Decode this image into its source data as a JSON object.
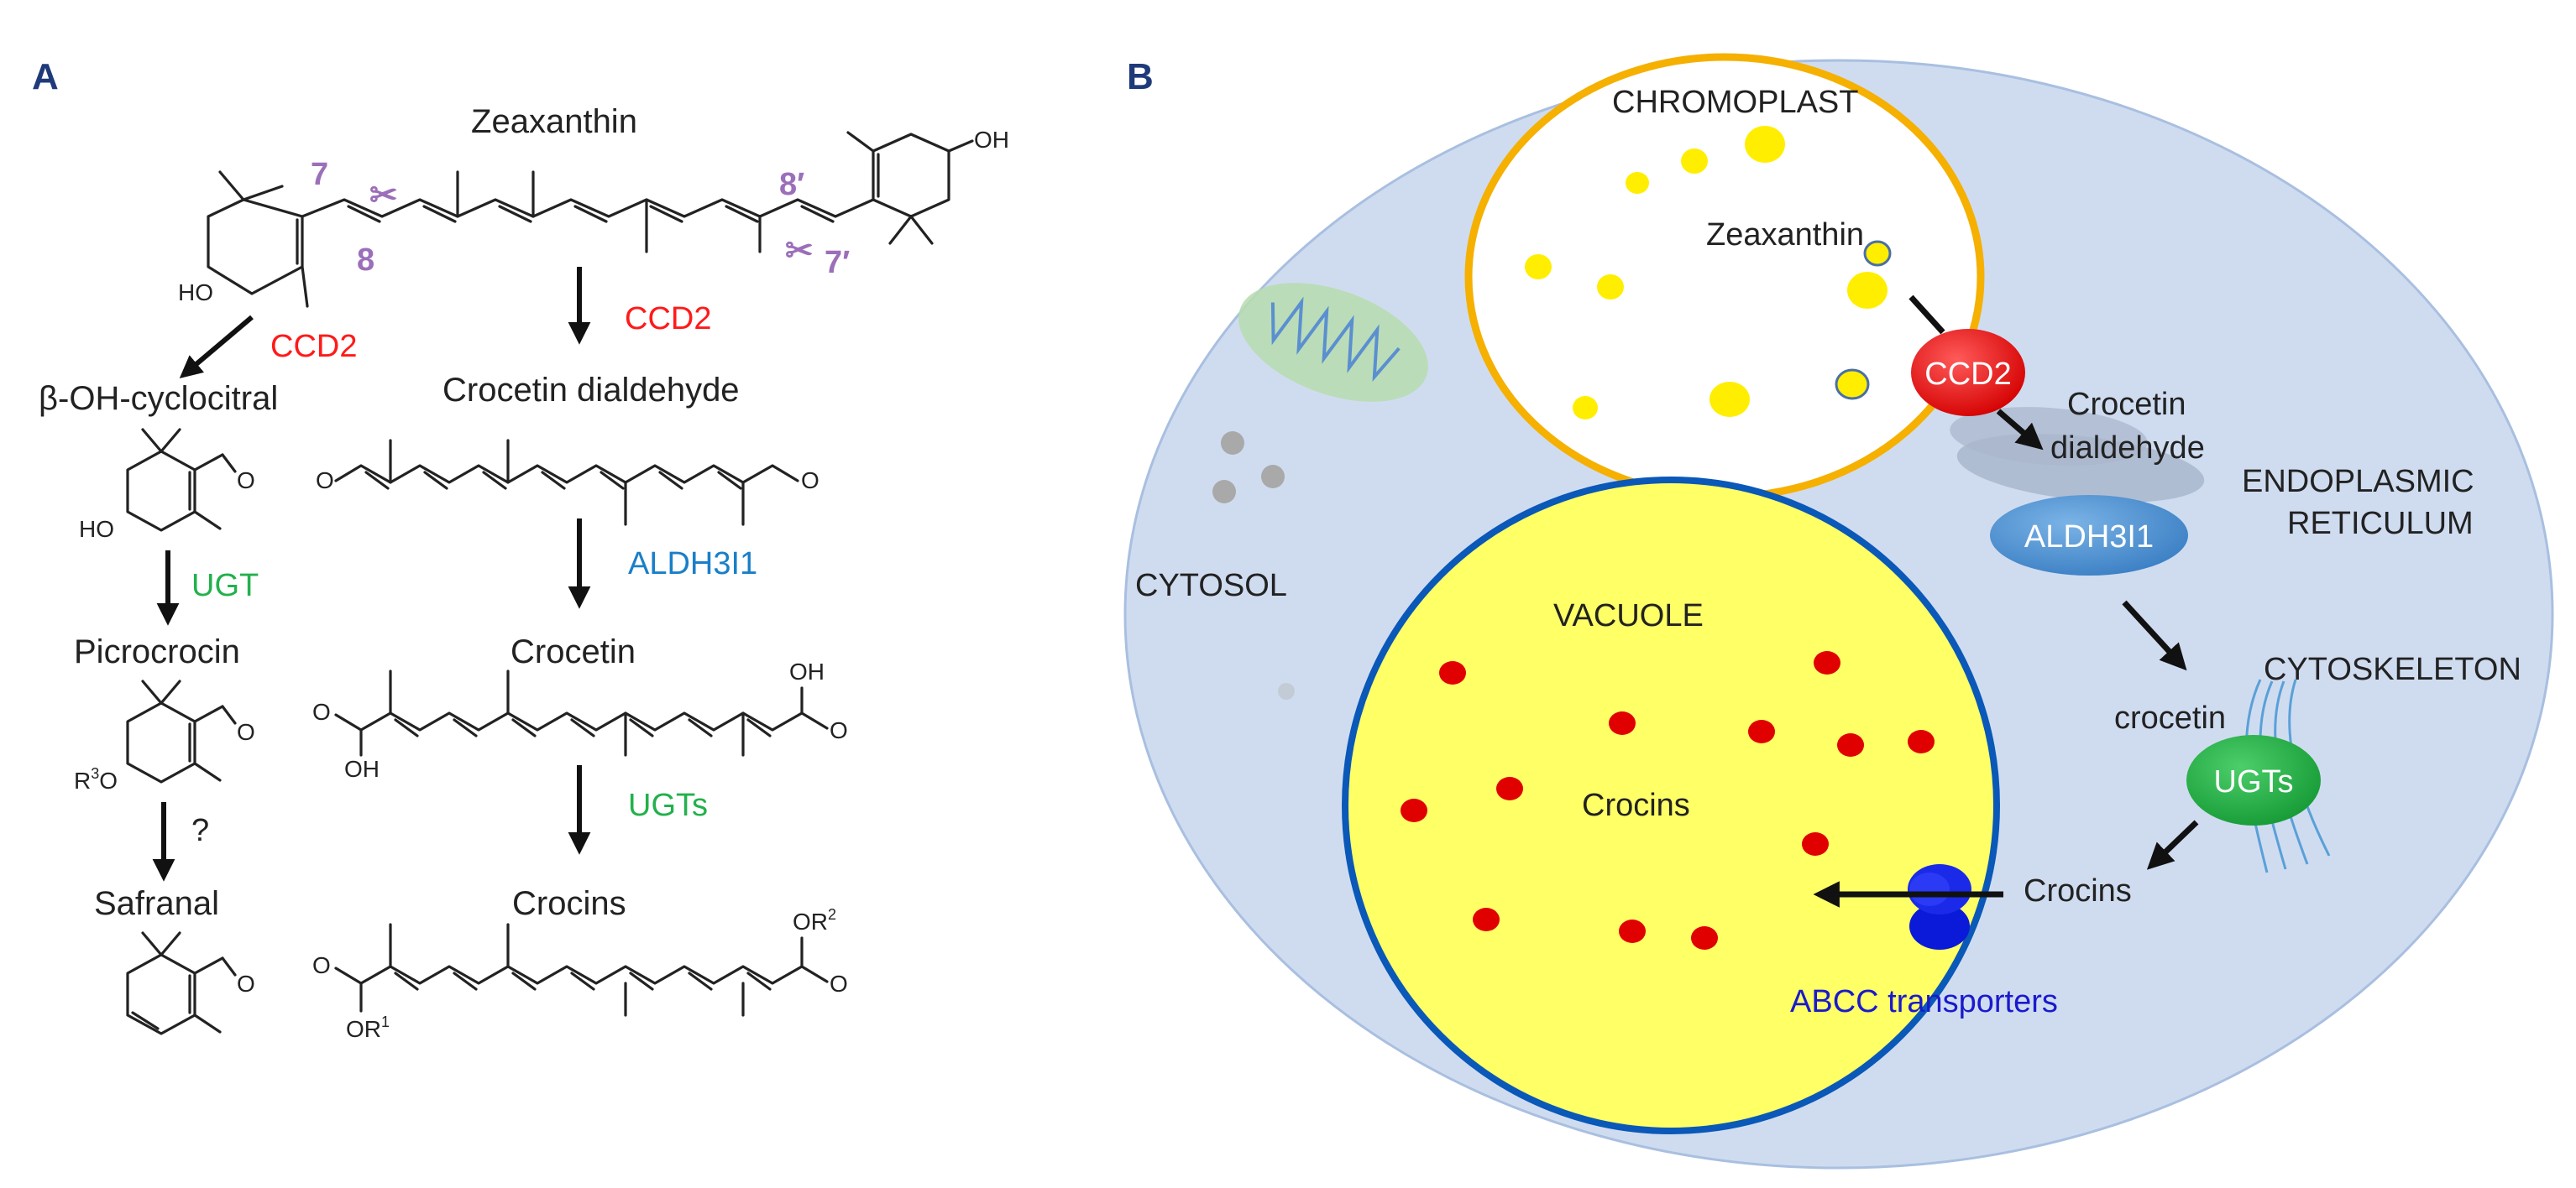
{
  "colors": {
    "panel_letter": "#1f3a7a",
    "red_enzyme": "#ff1a1a",
    "green_enzyme": "#22b14c",
    "blue_enzyme": "#1a7fc8",
    "transporter_text": "#1a1acc",
    "cleavage_mark": "#9b6fb9",
    "cell_fill": "#cfdcf0",
    "chromoplast_border": "#f5b000",
    "vacuole_border": "#0a58b8",
    "vacuole_fill": "#ffff66",
    "crocin_dot": "#e00000",
    "zeaxanthin_dot": "#ffee00"
  },
  "panel_a": {
    "letter": "A",
    "zeaxanthin": "Zeaxanthin",
    "cleavage_numbers": [
      "7",
      "8",
      "8′",
      "7′"
    ],
    "ho_left": "HO",
    "oh_right": "OH",
    "enzyme_ccd2_left": "CCD2",
    "enzyme_ccd2_right": "CCD2",
    "beta_oh_cyclocitral": "β-OH-cyclocitral",
    "crocetin_dialdehyde": "Crocetin dialdehyde",
    "enzyme_ugt": "UGT",
    "enzyme_aldh": "ALDH3I1",
    "picrocrocin": "Picrocrocin",
    "crocetin": "Crocetin",
    "unknown_step": "?",
    "enzyme_ugts": "UGTs",
    "safranal": "Safranal",
    "crocins": "Crocins",
    "atoms": {
      "ho": "HO",
      "oh": "OH",
      "o": "O",
      "r3o_main": "R",
      "r3o_sup": "3",
      "r3o_tail": "O",
      "or1_main": "OR",
      "or1_sup": "1",
      "or2_main": "OR",
      "or2_sup": "2"
    }
  },
  "panel_b": {
    "letter": "B",
    "chromoplast": "CHROMOPLAST",
    "zeaxanthin": "Zeaxanthin",
    "ccd2": "CCD2",
    "crocetin_dialdehyde_line1": "Crocetin",
    "crocetin_dialdehyde_line2": "dialdehyde",
    "er_line1": "ENDOPLASMIC",
    "er_line2": "RETICULUM",
    "aldh": "ALDH3I1",
    "cytosol": "CYTOSOL",
    "vacuole": "VACUOLE",
    "cytoskeleton": "CYTOSKELETON",
    "crocetin": "crocetin",
    "ugts": "UGTs",
    "crocins_vacuole": "Crocins",
    "crocins_cytosol": "Crocins",
    "abcc": "ABCC transporters"
  }
}
